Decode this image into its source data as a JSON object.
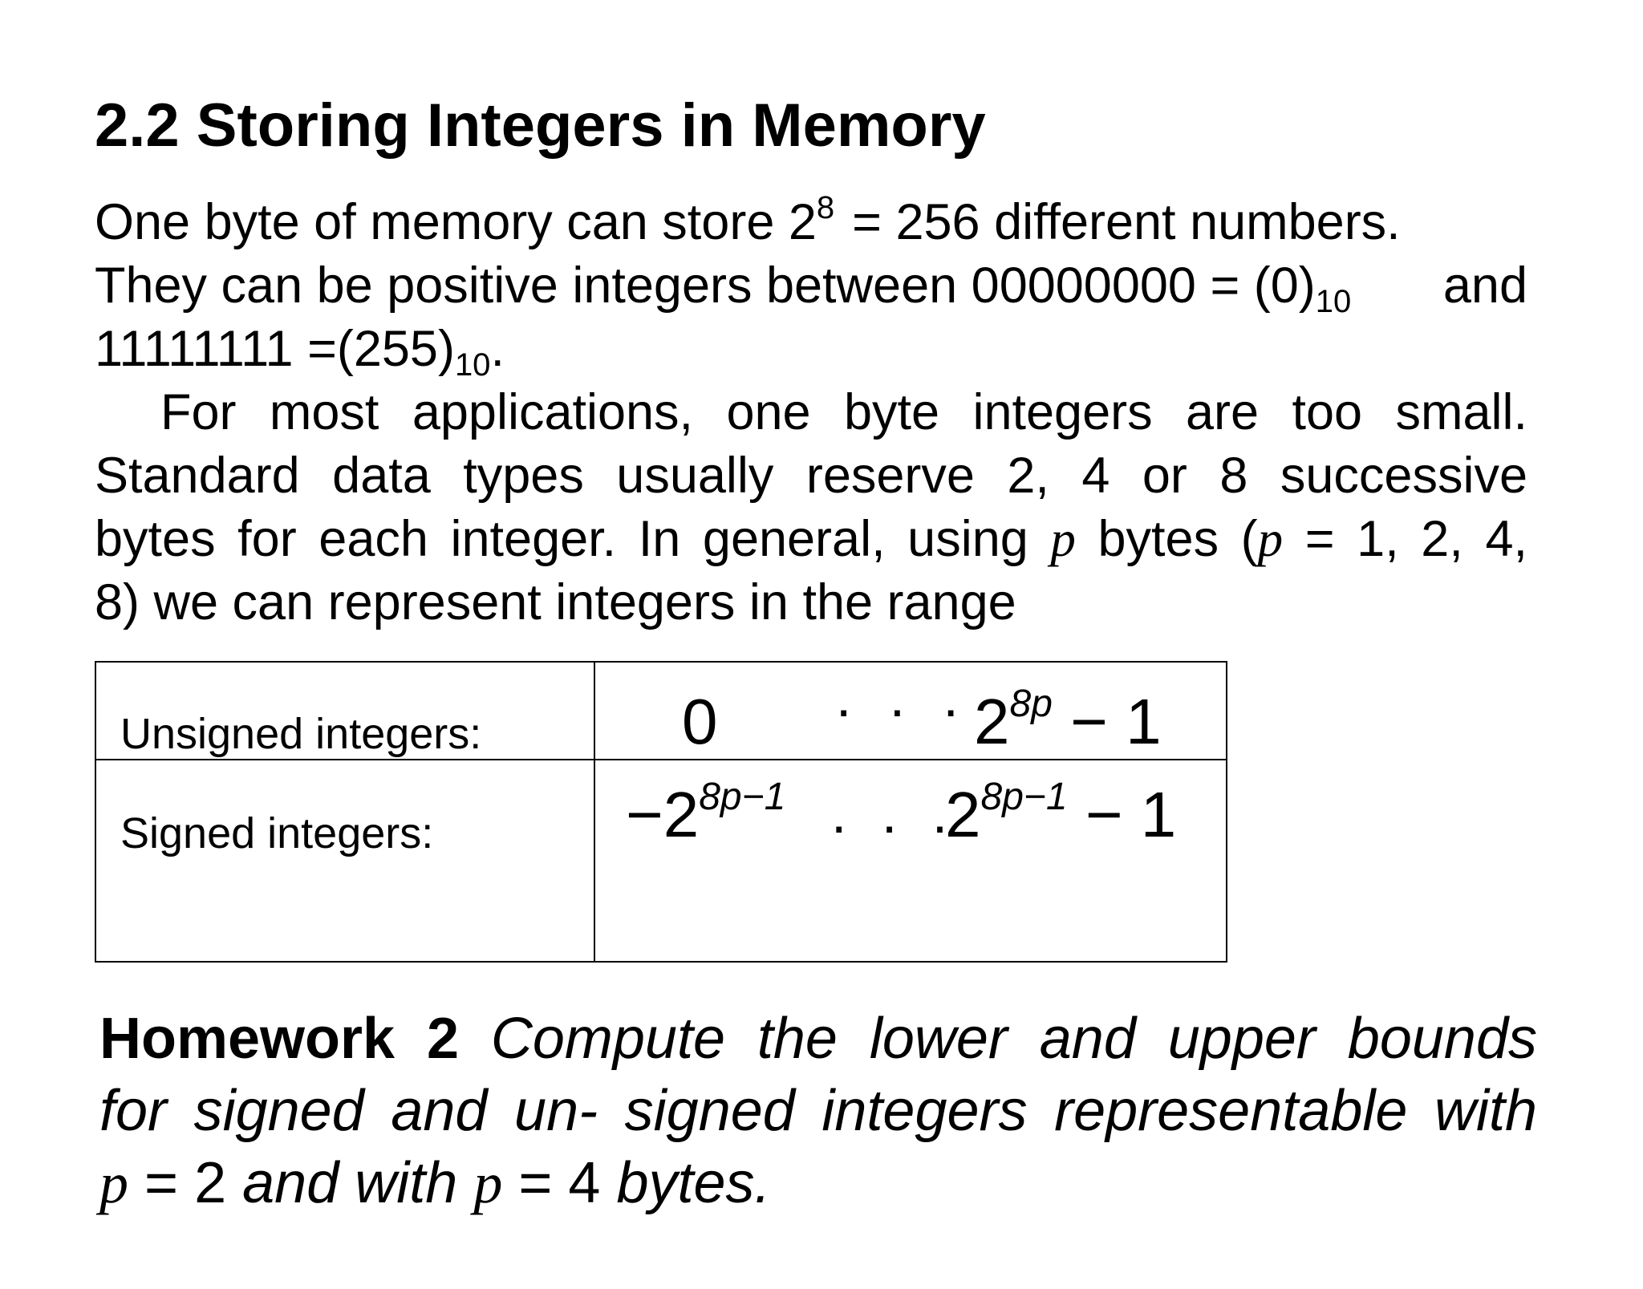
{
  "section": {
    "number": "2.2",
    "title": "Storing Integers in Memory"
  },
  "paragraph1": {
    "l1a": "One byte of memory can store 2",
    "l1_exp": "8",
    "l1b": "= 256 different numbers.",
    "l2a": "They can be positive integers between 00000000 = (0)",
    "l2_sub": "10",
    "l2b": "and",
    "l3a": "11111111 =(255)",
    "l3_sub": "10",
    "l3b": "."
  },
  "paragraph2": {
    "l1": "For most applications, one byte integers are too small.",
    "l2": "Standard data types usually reserve 2, 4 or 8 successive",
    "l3a": "bytes for each integer. In general, using",
    "l3_var": "p",
    "l3b": "bytes (",
    "l3_var2": "p",
    "l3c": "= 1, 2, 4,",
    "l4": "8) we can represent integers in the range"
  },
  "range_table": {
    "rows": [
      {
        "label": "Unsigned integers:",
        "lower": "0",
        "dots": "· · ·",
        "upper_base": "2",
        "upper_exp": "8p",
        "upper_rest": "− 1"
      },
      {
        "label": "Signed integers:",
        "lower_base": "−2",
        "lower_exp": "8p−1",
        "dots": ". . .",
        "upper_base": "2",
        "upper_exp": "8p−1",
        "upper_rest": "− 1"
      }
    ]
  },
  "homework": {
    "label": "Homework 2",
    "l1": "Compute the lower and upper bounds",
    "l2": "for signed and un- signed integers representable with",
    "l3_var": "p",
    "l3a": "= 2",
    "l3b": "and with",
    "l3_var2": "p",
    "l3c": "= 4",
    "l3d": "bytes."
  }
}
